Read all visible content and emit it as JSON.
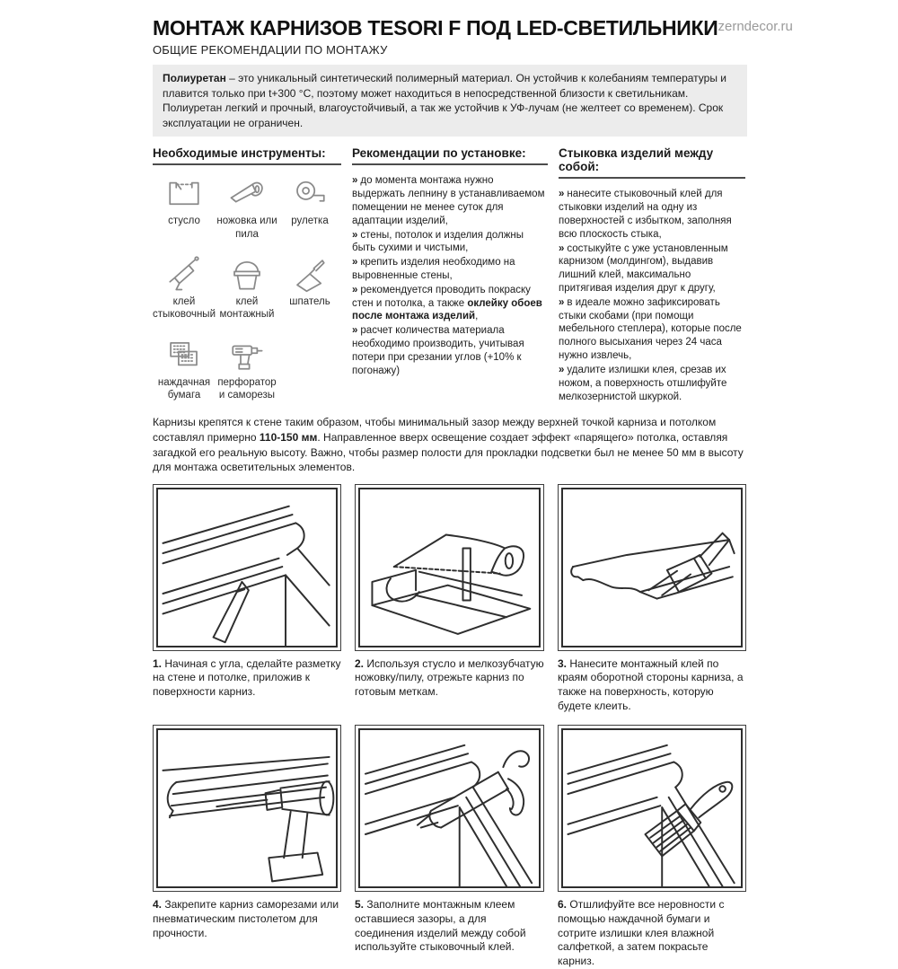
{
  "page": {
    "title": "МОНТАЖ КАРНИЗОВ TESORI F ПОД LED-СВЕТИЛЬНИКИ",
    "subtitle": "ОБЩИЕ РЕКОМЕНДАЦИИ ПО МОНТАЖУ",
    "site": "zerndecor.ru"
  },
  "intro": {
    "bold": "Полиуретан",
    "text": " – это уникальный синтетический полимерный материал. Он устойчив к колебаниям температуры и плавится только при t+300 °C, поэтому может находиться в непосредственной близости к светильникам. Полиуретан легкий и прочный, влагоустойчивый, а так же устойчив к УФ-лучам (не желтеет со временем). Срок эксплуатации не ограничен."
  },
  "tools": {
    "heading": "Необходимые инструменты:",
    "items": [
      {
        "icon": "miter-box-icon",
        "label": "стусло"
      },
      {
        "icon": "handsaw-icon",
        "label": "ножовка или пила"
      },
      {
        "icon": "tape-measure-icon",
        "label": "рулетка"
      },
      {
        "icon": "caulk-gun-icon",
        "label": "клей стыковочный"
      },
      {
        "icon": "bucket-icon",
        "label": "клей монтажный"
      },
      {
        "icon": "putty-knife-icon",
        "label": "шпатель"
      },
      {
        "icon": "sandpaper-icon",
        "label": "наждачная бумага"
      },
      {
        "icon": "drill-icon",
        "label": "перфоратор и саморезы"
      }
    ]
  },
  "recommendations": {
    "heading": "Рекомендации по установке:",
    "bullet": "»",
    "items": [
      {
        "pre": "до момента монтажа нужно выдержать лепнину в устанавливаемом помещении не менее суток для адаптации изделий,",
        "bold": "",
        "post": ""
      },
      {
        "pre": "стены, потолок и изделия должны быть сухими и чистыми,",
        "bold": "",
        "post": ""
      },
      {
        "pre": "крепить изделия необходимо на выровненные стены,",
        "bold": "",
        "post": ""
      },
      {
        "pre": "рекомендуется проводить покраску стен и потолка, а также ",
        "bold": "оклейку обоев после монтажа изделий",
        "post": ","
      },
      {
        "pre": "расчет количества материала необходимо производить, учитывая потери при срезании углов (+10% к погонажу)",
        "bold": "",
        "post": ""
      }
    ]
  },
  "joining": {
    "heading": "Стыковка изделий между собой:",
    "bullet": "»",
    "items": [
      {
        "pre": "нанесите стыковочный клей для стыковки изделий на одну из поверхностей с избытком, заполняя всю плоскость стыка,",
        "bold": "",
        "post": ""
      },
      {
        "pre": "состыкуйте с уже установленным карнизом (молдингом), выдавив лишний клей, максимально притягивая изделия друг к другу,",
        "bold": "",
        "post": ""
      },
      {
        "pre": "в идеале можно зафиксировать стыки скобами (при помощи мебельного степлера), которые после полного высыхания через 24 часа нужно извлечь,",
        "bold": "",
        "post": ""
      },
      {
        "pre": "удалите излишки клея, срезав их ножом, а поверхность отшлифуйте мелкозернистой шкуркой.",
        "bold": "",
        "post": ""
      }
    ]
  },
  "note": {
    "pre": "Карнизы крепятся к стене таким образом, чтобы минимальный зазор между верхней точкой карниза и потолком составлял примерно ",
    "bold": "110-150 мм",
    "post": ". Направленное вверх освещение создает эффект «парящего» потолка, оставляя загадкой его реальную высоту. Важно, чтобы размер полости для прокладки подсветки был не менее 50 мм в высоту для монтажа осветительных элементов."
  },
  "steps": [
    {
      "num": "1.",
      "text": "Начиная с угла, сделайте разметку на стене и потолке, приложив к поверхности карниз.",
      "illustration": "pencil-marking-corner"
    },
    {
      "num": "2.",
      "text": "Используя стусло и мелкозубчатую ножовку/пилу, отрежьте карниз по готовым меткам.",
      "illustration": "sawing-cornice-in-miter-box"
    },
    {
      "num": "3.",
      "text": "Нанесите монтажный клей по краям оборотной стороны карниза, а также на поверхность, которую будете клеить.",
      "illustration": "applying-glue-to-cornice-back"
    },
    {
      "num": "4.",
      "text": "Закрепите карниз саморезами или пневматическим пистолетом для прочности.",
      "illustration": "fixing-cornice-with-drill"
    },
    {
      "num": "5.",
      "text": "Заполните монтажным клеем оставшиеся зазоры, а для соединения изделий между собой используйте стыковочный клей.",
      "illustration": "filling-gaps-with-caulk-gun"
    },
    {
      "num": "6.",
      "text": "Отшлифуйте все неровности с помощью наждачной бумаги и сотрите излишки клея влажной салфеткой, а затем покрасьте карниз.",
      "illustration": "painting-cornice-with-brush"
    }
  ]
}
